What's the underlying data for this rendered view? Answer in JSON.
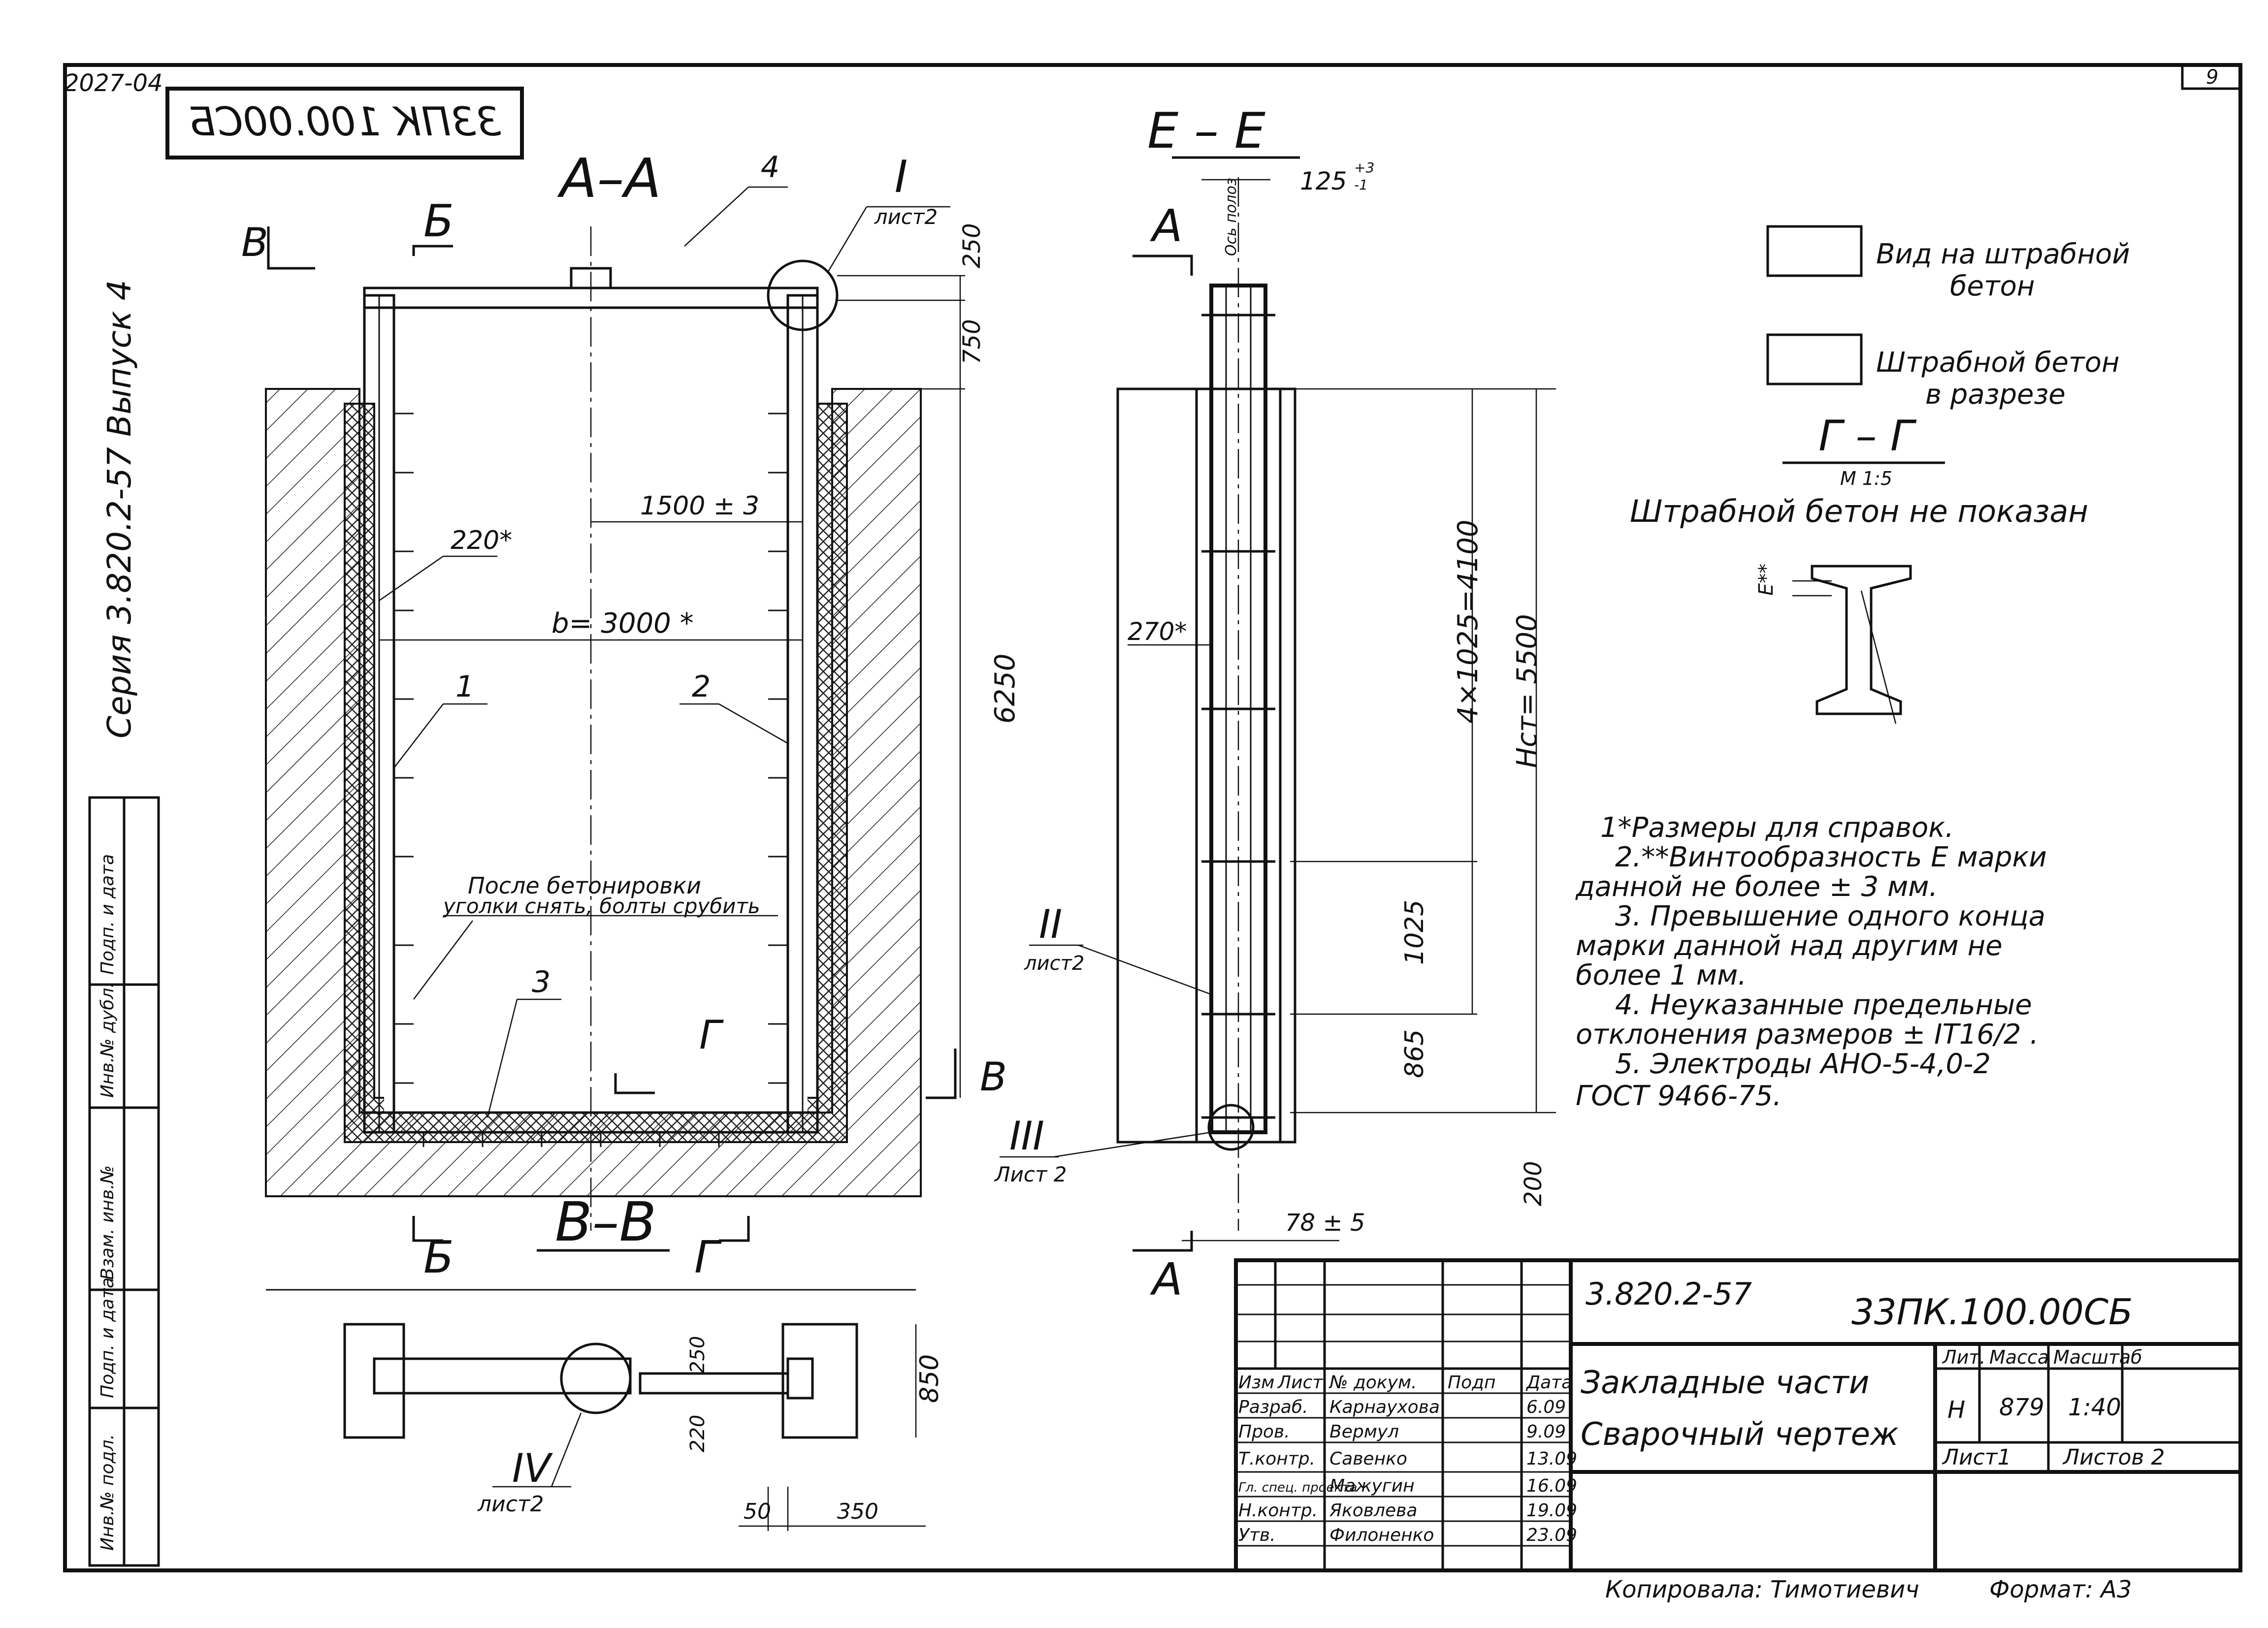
{
  "corner_top_left": "2027-04",
  "sheet_number_box": "9",
  "stamp_mirrored": "33ПК 100.00СБ",
  "series_label": "Серия 3.820.2-57 Выпуск 4",
  "left_stamp": [
    "Инв.№ подл.",
    "Подп. и дата",
    "Взам. инв.№",
    "Инв.№ дубл.",
    "Подп. и дата"
  ],
  "views": {
    "aa": {
      "title": "А–А",
      "mark_b_top": "Б",
      "mark_b_bottom": "Б",
      "mark_v_top": "В",
      "mark_v_bottom": "В",
      "mark_g_bottom": "Г",
      "mark_g_right": "Г",
      "node_ref_1": "I",
      "node_ref_1_sheet": "лист2",
      "pos_1": "1",
      "pos_2": "2",
      "pos_3": "3",
      "pos_4": "4",
      "dim_250": "250",
      "dim_750": "750",
      "dim_6250": "6250",
      "dim_1500": "1500 ± 3",
      "dim_220": "220*",
      "dim_b": "b= 3000 *",
      "note_after_concrete_1": "После бетонировки",
      "note_after_concrete_2": "уголки снять, болты срубить"
    },
    "ee": {
      "title": "Е – Е",
      "mark_a_top": "А",
      "mark_a_bottom": "А",
      "dim_125": "125",
      "dim_125_tol_up": "+3",
      "dim_125_tol_dn": "-1",
      "axis_label": "Ось полоз",
      "dim_270": "270*",
      "dim_4x1025": "4×1025=4100",
      "dim_hst": "Нст= 5500",
      "dim_1025": "1025",
      "dim_865": "865",
      "dim_200": "200",
      "dim_78": "78 ± 5",
      "node_ref_2": "II",
      "node_ref_2_sheet": "лист2",
      "node_ref_3": "III",
      "node_ref_3_sheet": "Лист 2"
    },
    "vv": {
      "title": "В–В",
      "mark_b": "Б",
      "mark_g": "Г",
      "dim_850": "850",
      "dim_250": "250",
      "dim_220": "220",
      "dim_50": "50",
      "dim_350": "350",
      "node_ref_4": "IV",
      "node_ref_4_sheet": "лист2"
    },
    "gg": {
      "title": "Г – Г",
      "scale": "М 1:5",
      "caption": "Штрабной бетон не показан",
      "mark_e": "Е**"
    }
  },
  "legend": {
    "item1_line1": "Вид на штрабной",
    "item1_line2": "бетон",
    "item2_line1": "Штрабной бетон",
    "item2_line2": "в разрезе"
  },
  "notes": [
    "1*Размеры для справок.",
    "2.**Винтообразность Е марки",
    "данной не более ± 3 мм.",
    "3. Превышение одного конца",
    "марки данной над другим не",
    "более 1 мм.",
    "4. Неуказанные предельные",
    "отклонения размеров ± IT16/2 .",
    "5. Электроды АНО-5-4,0-2",
    "ГОСТ 9466-75."
  ],
  "title_block": {
    "series_code": "3.820.2-57",
    "doc_code": "33ПК.100.00СБ",
    "title_line1": "Закладные части",
    "title_line2": "Сварочный чертеж",
    "col_headers": [
      "Изм",
      "Лист",
      "№ докум.",
      "Подп",
      "Дата"
    ],
    "rows": [
      {
        "role": "Разраб.",
        "name": "Карнаухова",
        "date": "6.09"
      },
      {
        "role": "Пров.",
        "name": "Вермул",
        "date": "9.09"
      },
      {
        "role": "Т.контр.",
        "name": "Савенко",
        "date": "13.09"
      },
      {
        "role": "Гл. спец. проекта",
        "name": "Мажугин",
        "date": "16.09"
      },
      {
        "role": "Н.контр.",
        "name": "Яковлева",
        "date": "19.09"
      },
      {
        "role": "Утв.",
        "name": "Филоненко",
        "date": "23.09"
      }
    ],
    "lit_header": "Лит.",
    "mass_header": "Масса",
    "scale_header": "Масштаб",
    "lit_value": "Н",
    "mass_value": "879",
    "scale_value": "1:40",
    "sheet_label": "Лист1",
    "sheets_label": "Листов 2"
  },
  "footer": {
    "copied_by": "Копировала: Тимотиевич",
    "format": "Формат: А3"
  }
}
